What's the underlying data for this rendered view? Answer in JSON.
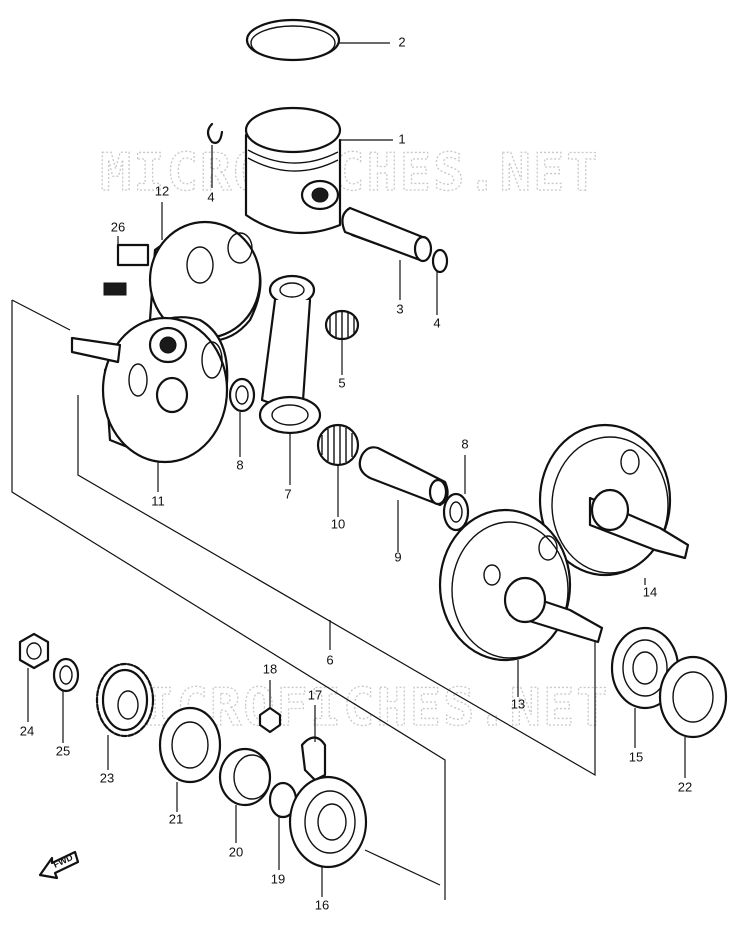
{
  "watermark": {
    "text": "MICROFICHES.NET"
  },
  "fwd_label": "FWD",
  "callouts": {
    "c1": "1",
    "c2": "2",
    "c3": "3",
    "c4a": "4",
    "c4b": "4",
    "c5": "5",
    "c6": "6",
    "c7": "7",
    "c8a": "8",
    "c8b": "8",
    "c9": "9",
    "c10": "10",
    "c11": "11",
    "c12": "12",
    "c13": "13",
    "c14": "14",
    "c15": "15",
    "c16": "16",
    "c17": "17",
    "c18": "18",
    "c19": "19",
    "c20": "20",
    "c21": "21",
    "c22": "22",
    "c23": "23",
    "c24": "24",
    "c25": "25",
    "c26": "26"
  }
}
